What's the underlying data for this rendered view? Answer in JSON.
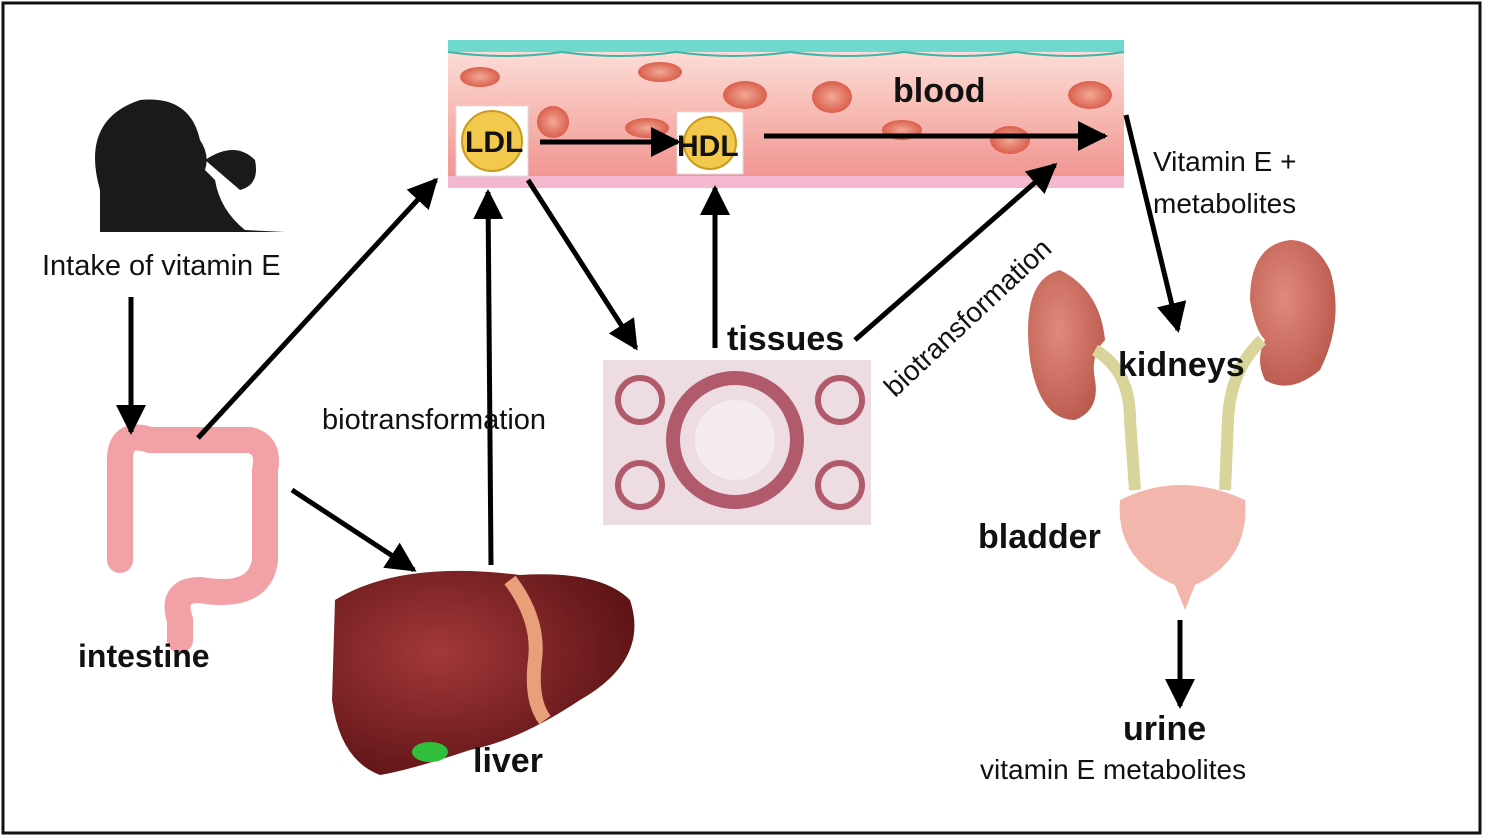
{
  "labels": {
    "intake": "Intake of vitamin E",
    "intestine": "intestine",
    "liver": "liver",
    "blood": "blood",
    "ldl": "LDL",
    "hdl": "HDL",
    "tissues": "tissues",
    "biotransformation_liver": "biotransformation",
    "biotransformation_tissues": "biotransformation",
    "vitamin_e_metabolites_line1": "Vitamin E +",
    "vitamin_e_metabolites_line2": "metabolites",
    "kidneys": "kidneys",
    "bladder": "bladder",
    "urine": "urine",
    "urine_sub": "vitamin E metabolites"
  },
  "colors": {
    "arrow": "#000000",
    "blood_vessel": "#f4a7a3",
    "vessel_wall": "#6fd9cf",
    "red_cell": "#e8755f",
    "liver": "#7a1d20",
    "intestine": "#f2a1a6",
    "kidney": "#c8665a",
    "ureter": "#d8d49a",
    "bladder": "#f2b6ac",
    "tissue": "#c98a98",
    "lipoprotein": "#f2c94c"
  }
}
